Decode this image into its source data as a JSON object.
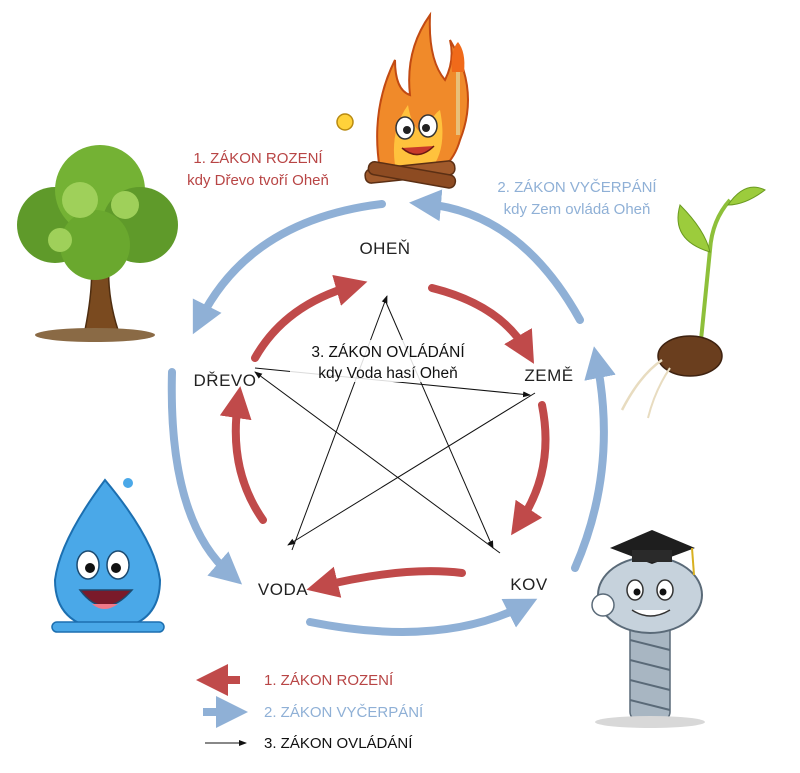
{
  "colors": {
    "generating": "#c04a4a",
    "exhausting": "#8fb0d6",
    "controlling": "#111111"
  },
  "nodes": {
    "fire": "OHEŇ",
    "earth": "ZEMĚ",
    "metal": "KOV",
    "water": "VODA",
    "wood": "DŘEVO"
  },
  "laws": {
    "law1_title": "1. ZÁKON ROZENÍ",
    "law1_example": "kdy Dřevo tvoří Oheň",
    "law2_title": "2. ZÁKON VYČERPÁNÍ",
    "law2_example": "kdy Zem ovládá Oheň",
    "law3_title": "3. ZÁKON OVLÁDÁNÍ",
    "law3_example": "kdy Voda hasí Oheň"
  },
  "legend": {
    "item1": "1. ZÁKON ROZENÍ",
    "item2": "2. ZÁKON VYČERPÁNÍ",
    "item3": "3. ZÁKON OVLÁDÁNÍ"
  },
  "illustrations": [
    "fire-character",
    "tree",
    "seedling",
    "water-drop-character",
    "screw-character"
  ]
}
